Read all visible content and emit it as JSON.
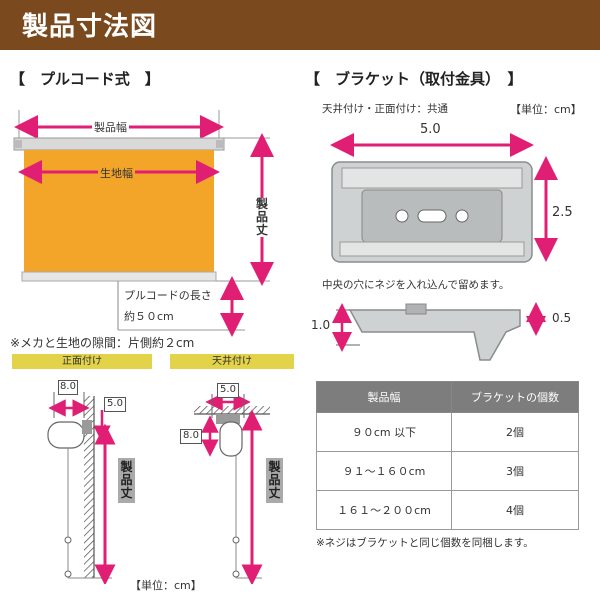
{
  "header": {
    "title": "製品寸法図"
  },
  "left": {
    "section_title": "【　プルコード式　】",
    "product_width": "製品幅",
    "fabric_width": "生地幅",
    "product_length": "製品丈",
    "cord_length_label": "プルコードの長さ",
    "cord_length_value": "約５０cm",
    "gap_note": "※メカと生地の隙間：片側約２cm",
    "front_mount_label": "正面付け",
    "ceiling_mount_label": "天井付け",
    "front_dim_a": "8.0",
    "front_dim_b": "5.0",
    "ceiling_dim_a": "5.0",
    "ceiling_dim_b": "8.0",
    "front_length": "製品丈",
    "ceiling_length": "製品丈",
    "unit": "【単位：cm】"
  },
  "right": {
    "section_title": "【　ブラケット（取付金具）　】",
    "common_note": "天井付け・正面付け：共通",
    "unit": "【単位：cm】",
    "width_dim": "5.0",
    "height_dim": "2.5",
    "screw_note": "中央の穴にネジを入れ込んで留めます。",
    "side_left_dim": "1.0",
    "side_right_dim": "0.5",
    "table": {
      "headers": [
        "製品幅",
        "ブラケットの個数"
      ],
      "rows": [
        [
          "９０cm 以下",
          "2個"
        ],
        [
          "９１～１６０cm",
          "3個"
        ],
        [
          "１６１～２００cm",
          "4個"
        ]
      ]
    },
    "footnote": "※ネジはブラケットと同じ個数を同梱します。"
  },
  "colors": {
    "banner": "#7a4a1e",
    "fabric": "#f2a528",
    "arrow": "#e01e74",
    "tag": "#e2d34a",
    "table_header": "#7d7d7d"
  }
}
